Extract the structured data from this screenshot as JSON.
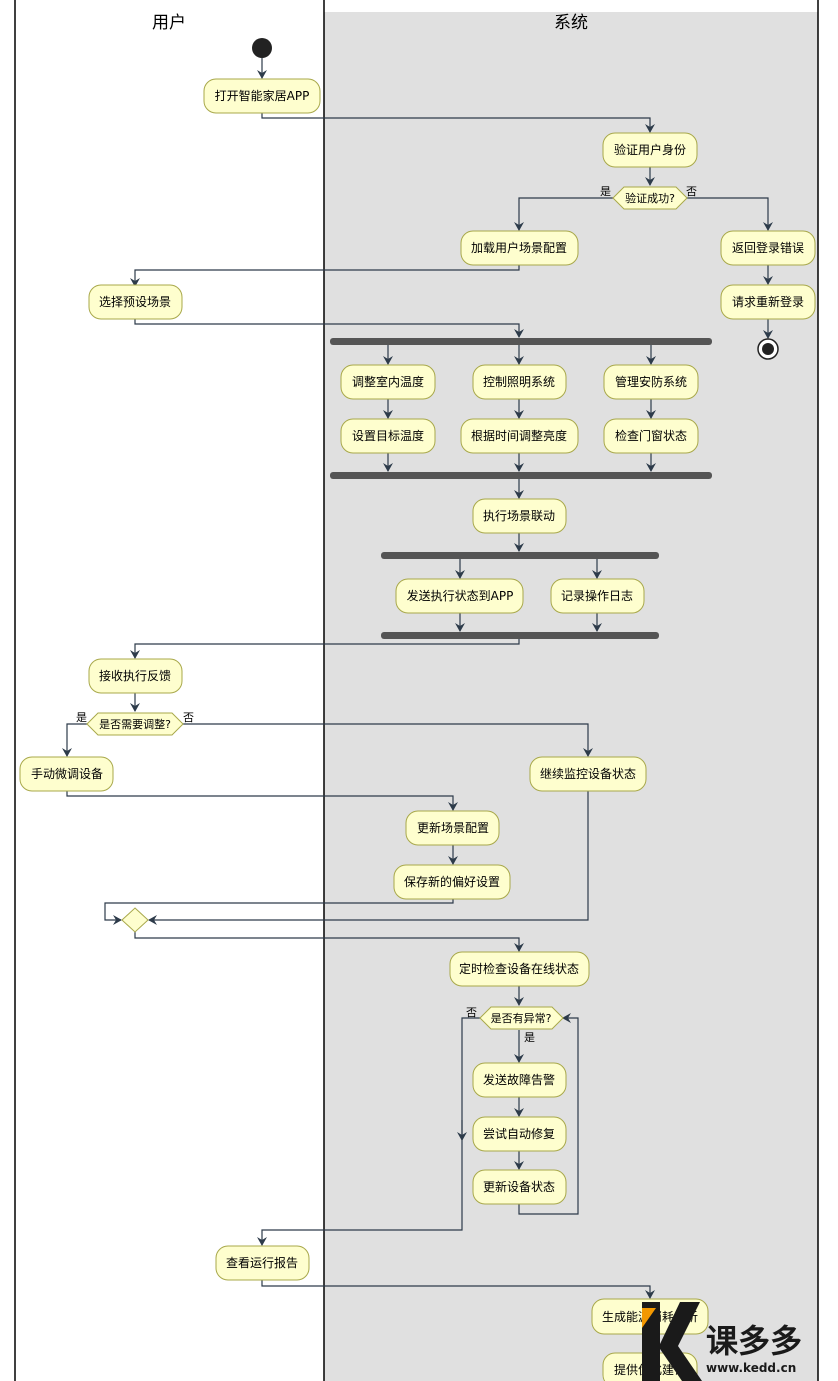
{
  "lanes": {
    "user": "用户",
    "system": "系统"
  },
  "nodes": {
    "open_app": "打开智能家居APP",
    "verify_identity": "验证用户身份",
    "load_scene": "加载用户场景配置",
    "return_error": "返回登录错误",
    "relogin": "请求重新登录",
    "select_scene": "选择预设场景",
    "adjust_temp": "调整室内温度",
    "control_light": "控制照明系统",
    "manage_security": "管理安防系统",
    "set_target_temp": "设置目标温度",
    "adjust_brightness": "根据时间调整亮度",
    "check_doors": "检查门窗状态",
    "execute_linkage": "执行场景联动",
    "send_status": "发送执行状态到APP",
    "record_log": "记录操作日志",
    "receive_feedback": "接收执行反馈",
    "manual_adjust": "手动微调设备",
    "monitor_devices": "继续监控设备状态",
    "update_scene": "更新场景配置",
    "save_prefs": "保存新的偏好设置",
    "check_online": "定时检查设备在线状态",
    "send_alarm": "发送故障告警",
    "auto_repair": "尝试自动修复",
    "update_device": "更新设备状态",
    "view_report": "查看运行报告",
    "energy_analysis": "生成能源消耗分析",
    "provide_advice": "提供优化建议"
  },
  "decisions": {
    "verify_success": "验证成功?",
    "need_adjust": "是否需要调整?",
    "has_anomaly": "是否有异常?"
  },
  "branch_labels": {
    "yes": "是",
    "no": "否"
  },
  "watermark": {
    "brand": "课多多",
    "url": "www.kedd.cn",
    "logo_color": "#f39800"
  }
}
